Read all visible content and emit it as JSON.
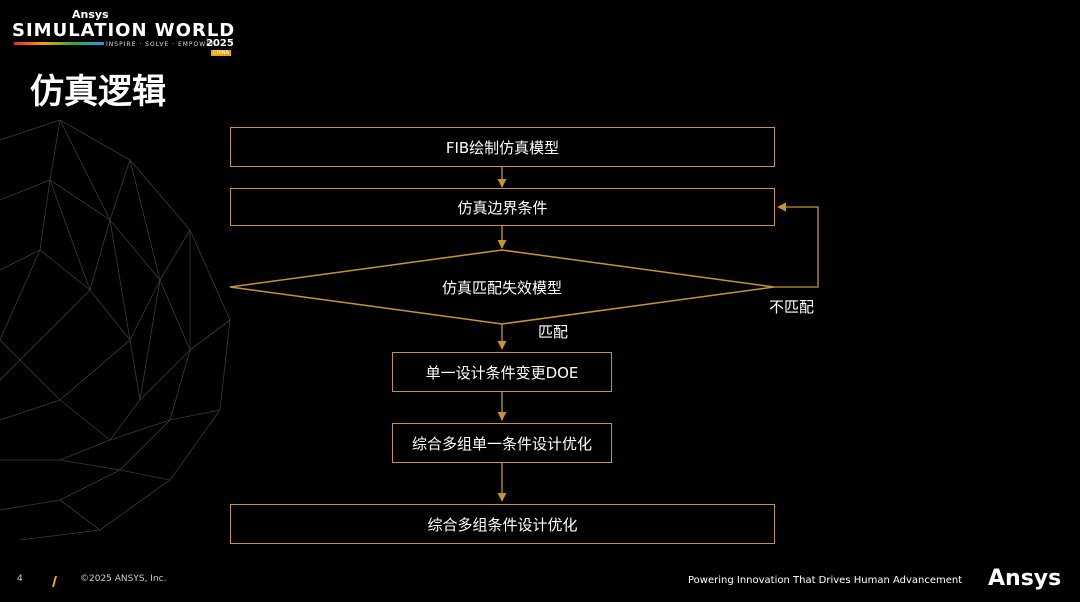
{
  "header": {
    "logo_top": "Ansys",
    "logo_main": "SIMULATION WORLD",
    "logo_tagline": "INSPIRE · SOLVE · EMPOWER",
    "logo_year": "2025",
    "logo_region": "CHINA",
    "page_title": "仿真逻辑"
  },
  "flow": {
    "nodes": [
      {
        "id": "n1",
        "label": "FIB绘制仿真模型"
      },
      {
        "id": "n2",
        "label": "仿真边界条件"
      },
      {
        "id": "n3",
        "label": "仿真匹配失效模型"
      },
      {
        "id": "n4",
        "label": "单一设计条件变更DOE"
      },
      {
        "id": "n5",
        "label": "综合多组单一条件设计优化"
      },
      {
        "id": "n6",
        "label": "综合多组条件设计优化"
      }
    ],
    "edges": [
      {
        "from": "n3",
        "to": "n4",
        "label": "匹配"
      },
      {
        "from": "n3",
        "to": "n2",
        "label": "不匹配"
      }
    ]
  },
  "footer": {
    "page_number": "4",
    "copyright": "©2025 ANSYS, Inc.",
    "tagline": "Powering Innovation That Drives Human Advancement",
    "brand": "Ansys"
  },
  "colors": {
    "accent": "#f0a500",
    "line": "#c89433",
    "background": "#000000"
  }
}
